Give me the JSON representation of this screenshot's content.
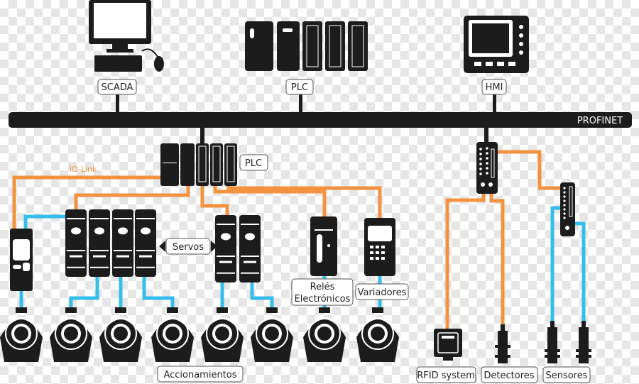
{
  "bus_label": "PROFINET",
  "top_labels": {
    "scada": "SCADA",
    "plc": "PLC",
    "hmi": "HMI"
  },
  "plc_mid_label": "PLC",
  "io_link_label": "IO-Link",
  "servos_label": "Servos",
  "reles_label": [
    "Relés",
    "Electrónicos"
  ],
  "variadores_label": "Variadores",
  "accionamientos_label": "Accionamientos",
  "rfid_label": "RFID system",
  "detectores_label": "Detectores",
  "sensores_label": "Sensores",
  "colors": {
    "profinet": "#1c1c1c",
    "io_link": "#f3923f",
    "drive_cable": "#35bdec"
  }
}
